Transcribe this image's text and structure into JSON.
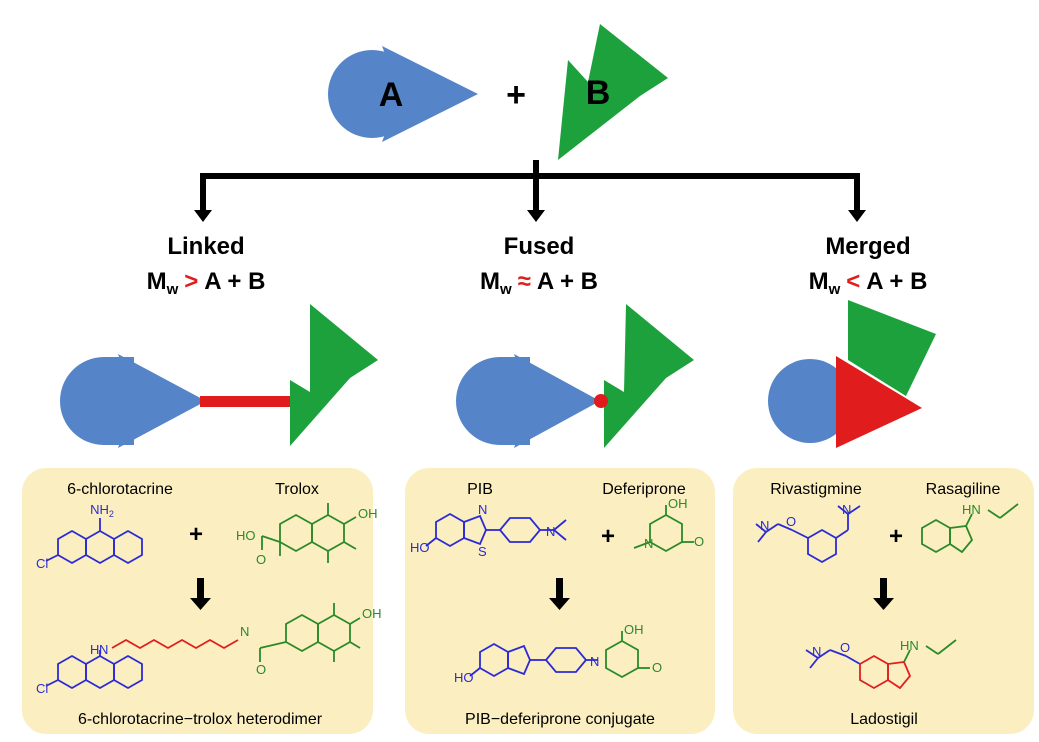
{
  "top": {
    "a": "A",
    "plus": "+",
    "b": "B"
  },
  "strategies": [
    {
      "title": "Linked",
      "mw": "M",
      "sub": "w",
      "op": ">",
      "rhs": "A + B"
    },
    {
      "title": "Fused",
      "mw": "M",
      "sub": "w",
      "op": "≈",
      "rhs": "A + B"
    },
    {
      "title": "Merged",
      "mw": "M",
      "sub": "w",
      "op": "<",
      "rhs": "A + B"
    }
  ],
  "panels": [
    {
      "mol1": "6-chlorotacrine",
      "mol2": "Trolox",
      "product": "6-chlorotacrine−trolox heterodimer"
    },
    {
      "mol1": "PIB",
      "mol2": "Deferiprone",
      "product": "PIB−deferiprone conjugate"
    },
    {
      "mol1": "Rivastigmine",
      "mol2": "Rasagiline",
      "product": "Ladostigil"
    }
  ],
  "atoms": {
    "nh2": "NH",
    "two": "2",
    "cl": "Cl",
    "oh": "OH",
    "ho": "HO",
    "o": "O",
    "n": "N",
    "s": "S",
    "h": "H",
    "hn": "HN",
    "plus": "+"
  },
  "colors": {
    "blue": "#5585c8",
    "green": "#1da13c",
    "red": "#e01c1c",
    "panel": "#fbeec0",
    "molBlue": "#2b2bd6",
    "molGreen": "#2a8a2a",
    "molRed": "#e02020"
  }
}
